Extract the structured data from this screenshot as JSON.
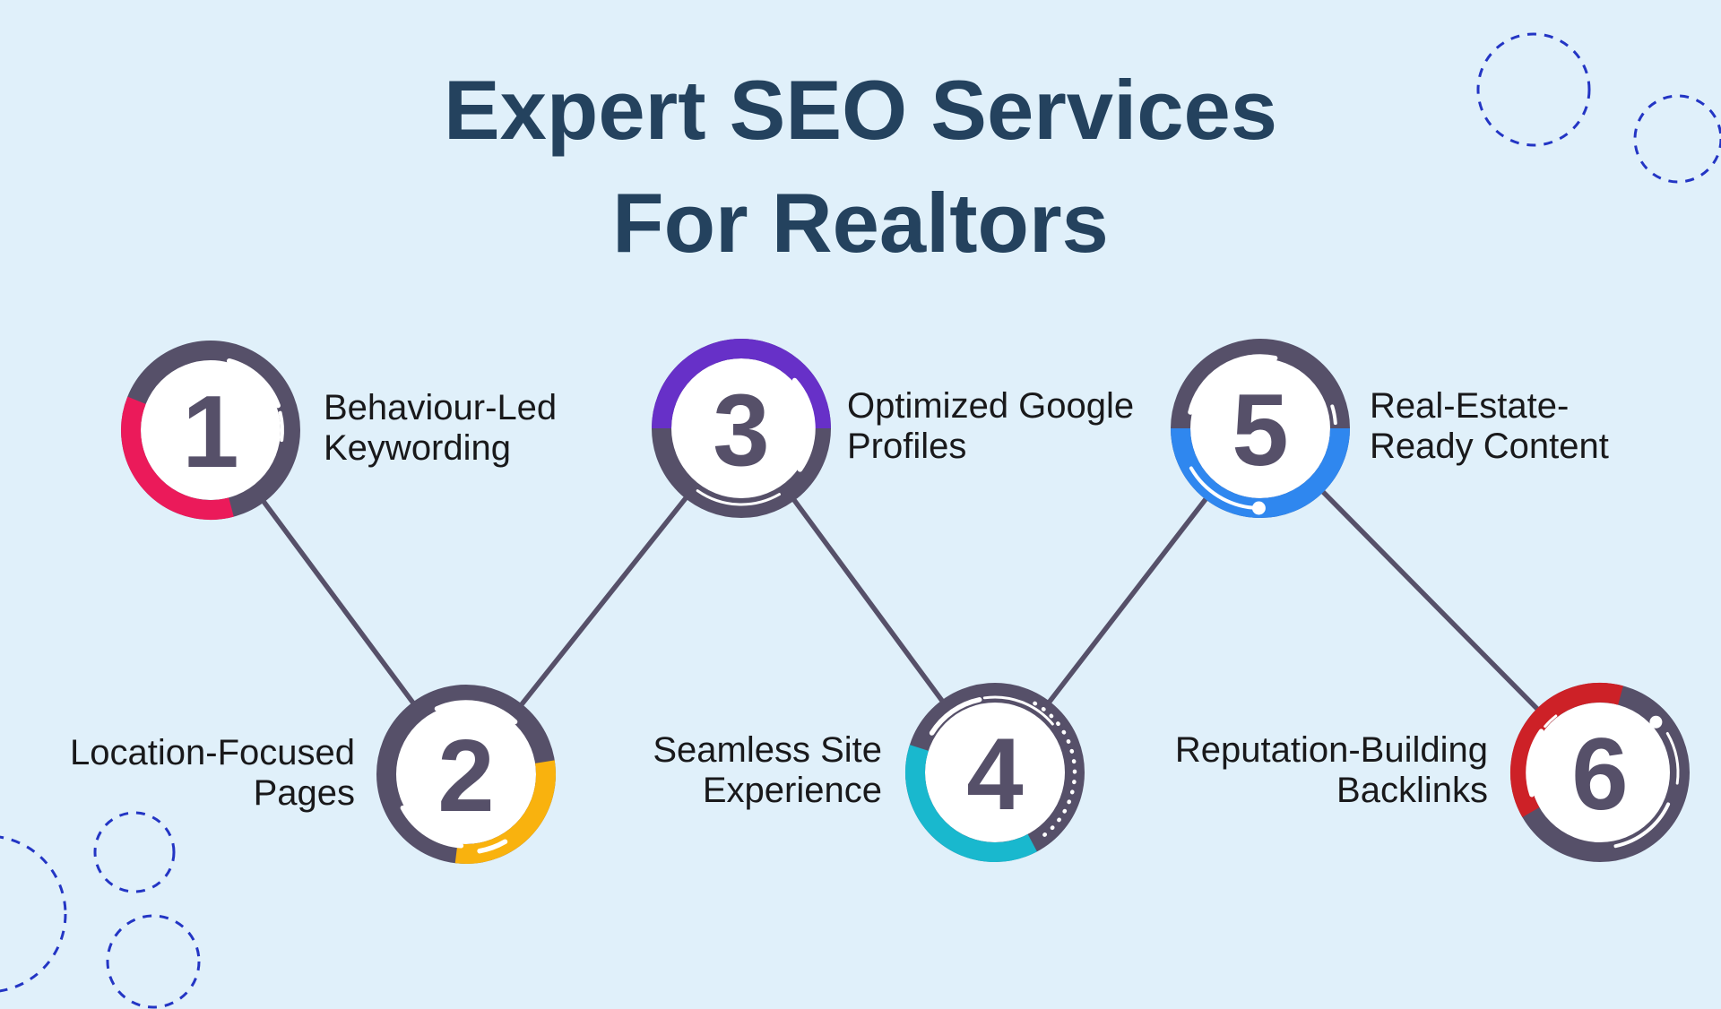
{
  "title": "Expert SEO Services\nFor Realtors",
  "colors": {
    "background": "#E0F0FA",
    "title_text": "#24425E",
    "label_text": "#19191B",
    "ring_base": "#565069",
    "number_text": "#565069",
    "connector_line": "#565069",
    "highlight_arc": "#FFFFFF",
    "dashed_decoration": "#2335C4"
  },
  "steps": [
    {
      "number": "1",
      "label": "Behaviour-Led\nKeywording",
      "accent_color": "#EB1A5A"
    },
    {
      "number": "2",
      "label": "Location-Focused\nPages",
      "accent_color": "#F9B20E"
    },
    {
      "number": "3",
      "label": "Optimized Google\nProfiles",
      "accent_color": "#6730C8"
    },
    {
      "number": "4",
      "label": "Seamless Site\nExperience",
      "accent_color": "#19B8CE"
    },
    {
      "number": "5",
      "label": "Real-Estate-\nReady Content",
      "accent_color": "#2F87EF"
    },
    {
      "number": "6",
      "label": "Reputation-Building\nBacklinks",
      "accent_color": "#CD2127"
    }
  ]
}
